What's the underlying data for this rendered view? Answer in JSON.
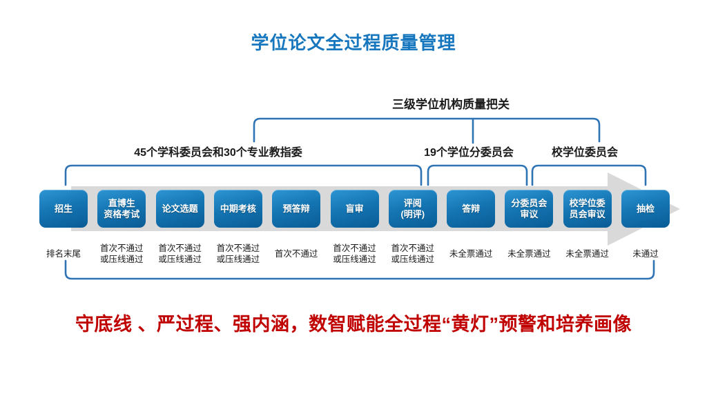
{
  "title": "学位论文全过程质量管理",
  "colors": {
    "title_blue": "#1777BE",
    "bracket_blue": "#2E74B5",
    "box_blue_top": "#2E96D3",
    "box_blue_bottom": "#0A5C95",
    "arrow_gray": "#D9D9D9",
    "slogan_red": "#C00000"
  },
  "oversight": {
    "top_label": "三级学位机构质量把关",
    "groups": [
      {
        "label": "45个学科委员会和30个专业教指委"
      },
      {
        "label": "19个学位分委员会"
      },
      {
        "label": "校学位委员会"
      }
    ]
  },
  "flow": {
    "stages": [
      {
        "label": "招生",
        "note": "排名末尾"
      },
      {
        "label": "直博生\n资格考试",
        "note": "首次不通过\n或压线通过"
      },
      {
        "label": "论文选题",
        "note": "首次不通过\n或压线通过"
      },
      {
        "label": "中期考核",
        "note": "首次不通过\n或压线通过"
      },
      {
        "label": "预答辩",
        "note": "首次不通过"
      },
      {
        "label": "盲审",
        "note": "首次不通过\n或压线通过"
      },
      {
        "label": "评阅\n(明评)",
        "note": "首次不通过\n或压线通过"
      },
      {
        "label": "答辩",
        "note": "未全票通过"
      },
      {
        "label": "分委员会\n审议",
        "note": "未全票通过"
      },
      {
        "label": "校学位委\n员会审议",
        "note": "未全票通过"
      },
      {
        "label": "抽检",
        "note": "未通过"
      }
    ]
  },
  "footer": {
    "slogan": "守底线 、严过程、强内涵，数智赋能全过程“黄灯”预警和培养画像"
  }
}
